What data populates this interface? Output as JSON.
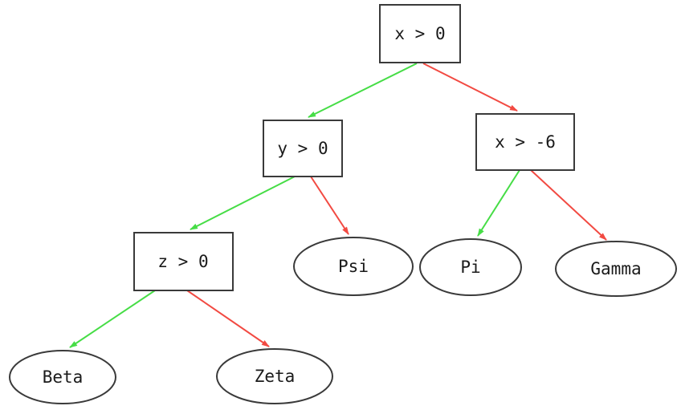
{
  "diagram": {
    "type": "decision-tree",
    "background": "#ffffff",
    "colors": {
      "true_edge": "#46dd46",
      "false_edge": "#f24a42",
      "node_border": "#3a3a3a",
      "node_fill": "#ffffff",
      "text": "#1a1a1a"
    },
    "nodes": {
      "root": {
        "label": "x > 0",
        "shape": "rect",
        "kind": "condition"
      },
      "y_gt_0": {
        "label": "y > 0",
        "shape": "rect",
        "kind": "condition"
      },
      "x_gt_neg6": {
        "label": "x > -6",
        "shape": "rect",
        "kind": "condition"
      },
      "z_gt_0": {
        "label": "z > 0",
        "shape": "rect",
        "kind": "condition"
      },
      "psi": {
        "label": "Psi",
        "shape": "ellipse",
        "kind": "leaf"
      },
      "pi": {
        "label": "Pi",
        "shape": "ellipse",
        "kind": "leaf"
      },
      "gamma": {
        "label": "Gamma",
        "shape": "ellipse",
        "kind": "leaf"
      },
      "beta": {
        "label": "Beta",
        "shape": "ellipse",
        "kind": "leaf"
      },
      "zeta": {
        "label": "Zeta",
        "shape": "ellipse",
        "kind": "leaf"
      }
    },
    "edges": [
      {
        "from": "x > 0",
        "to": "y > 0",
        "branch": "true",
        "color": "#46dd46"
      },
      {
        "from": "x > 0",
        "to": "x > -6",
        "branch": "false",
        "color": "#f24a42"
      },
      {
        "from": "y > 0",
        "to": "z > 0",
        "branch": "true",
        "color": "#46dd46"
      },
      {
        "from": "y > 0",
        "to": "Psi",
        "branch": "false",
        "color": "#f24a42"
      },
      {
        "from": "x > -6",
        "to": "Pi",
        "branch": "true",
        "color": "#46dd46"
      },
      {
        "from": "x > -6",
        "to": "Gamma",
        "branch": "false",
        "color": "#f24a42"
      },
      {
        "from": "z > 0",
        "to": "Beta",
        "branch": "true",
        "color": "#46dd46"
      },
      {
        "from": "z > 0",
        "to": "Zeta",
        "branch": "false",
        "color": "#f24a42"
      }
    ]
  }
}
